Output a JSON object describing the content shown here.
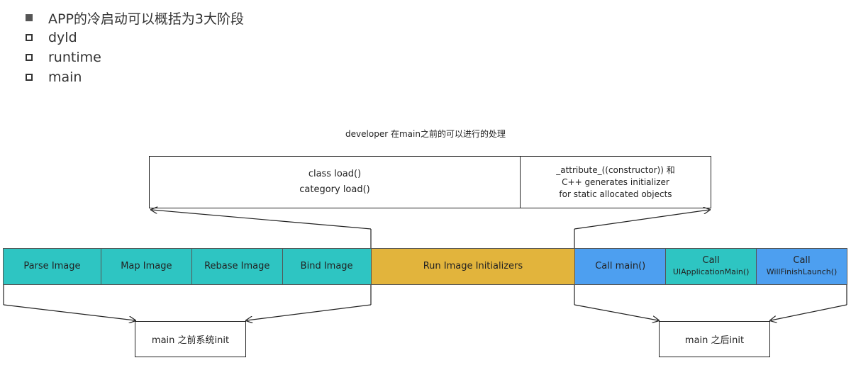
{
  "bullets": [
    {
      "text": "APP的冷启动可以概括为3大阶段",
      "marker": "filled-square-icon"
    },
    {
      "text": "dyld",
      "marker": "hollow-square-icon"
    },
    {
      "text": "runtime",
      "marker": "hollow-square-icon"
    },
    {
      "text": "main",
      "marker": "hollow-square-icon"
    }
  ],
  "diagram": {
    "title": "developer 在main之前的可以进行的处理",
    "top_boxes": {
      "load": {
        "line1": "class load()",
        "line2": "category load()"
      },
      "ctor": {
        "line1": "_attribute_((constructor)) 和",
        "line2": "C++ generates initializer",
        "line3": "for static allocated objects"
      }
    },
    "stages": [
      {
        "label": "Parse Image",
        "color": "#2ec5c2"
      },
      {
        "label": "Map Image",
        "color": "#2ec5c2"
      },
      {
        "label": "Rebase Image",
        "color": "#2ec5c2"
      },
      {
        "label": "Bind Image",
        "color": "#2ec5c2"
      },
      {
        "label": "Run Image Initializers",
        "color": "#e2b43c"
      },
      {
        "label": "Call main()",
        "color": "#4d9ff0"
      },
      {
        "label": "Call",
        "sub": "UIApplicationMain()",
        "color": "#2ec5c2"
      },
      {
        "label": "Call",
        "sub": "WillFinishLaunch()",
        "color": "#4d9ff0"
      }
    ],
    "bottom_boxes": {
      "before": "main 之前系统init",
      "after": "main 之后init"
    }
  }
}
